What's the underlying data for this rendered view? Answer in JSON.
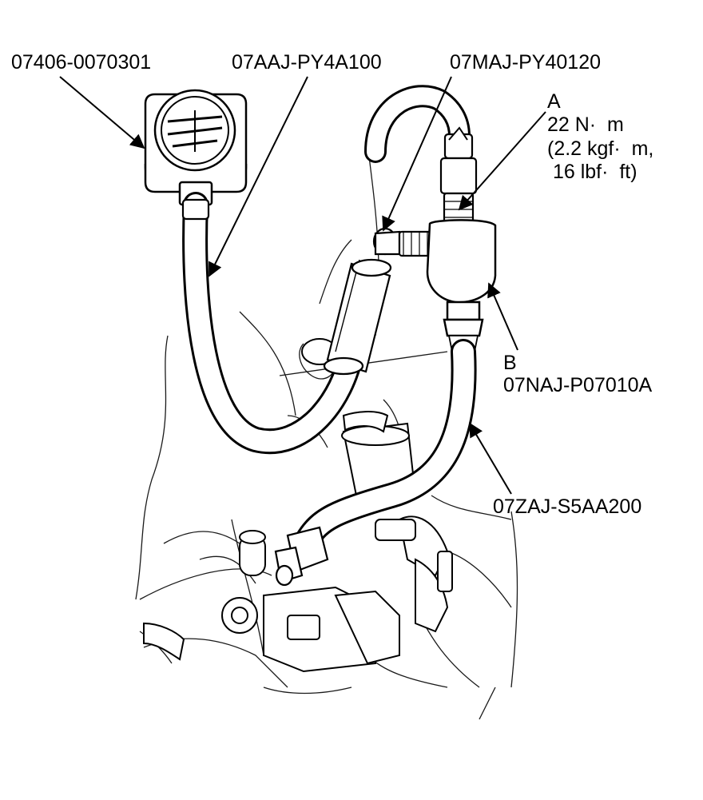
{
  "callouts": {
    "gauge": "07406-0070301",
    "hose": "07AAJ-PY4A100",
    "adapter": "07MAJ-PY40120",
    "tee_b": "07NAJ-P07010A",
    "hose_b": "07ZAJ-S5AA200"
  },
  "torque": {
    "letter": "A",
    "nm": "22 N·  m",
    "kgf": "(2.2 kgf·  m,",
    "lbf": " 16 lbf·  ft)"
  },
  "point_b": {
    "letter": "B"
  },
  "colors": {
    "ink": "#000000",
    "paper": "#ffffff",
    "ink_thin": "#1a1a1a"
  }
}
